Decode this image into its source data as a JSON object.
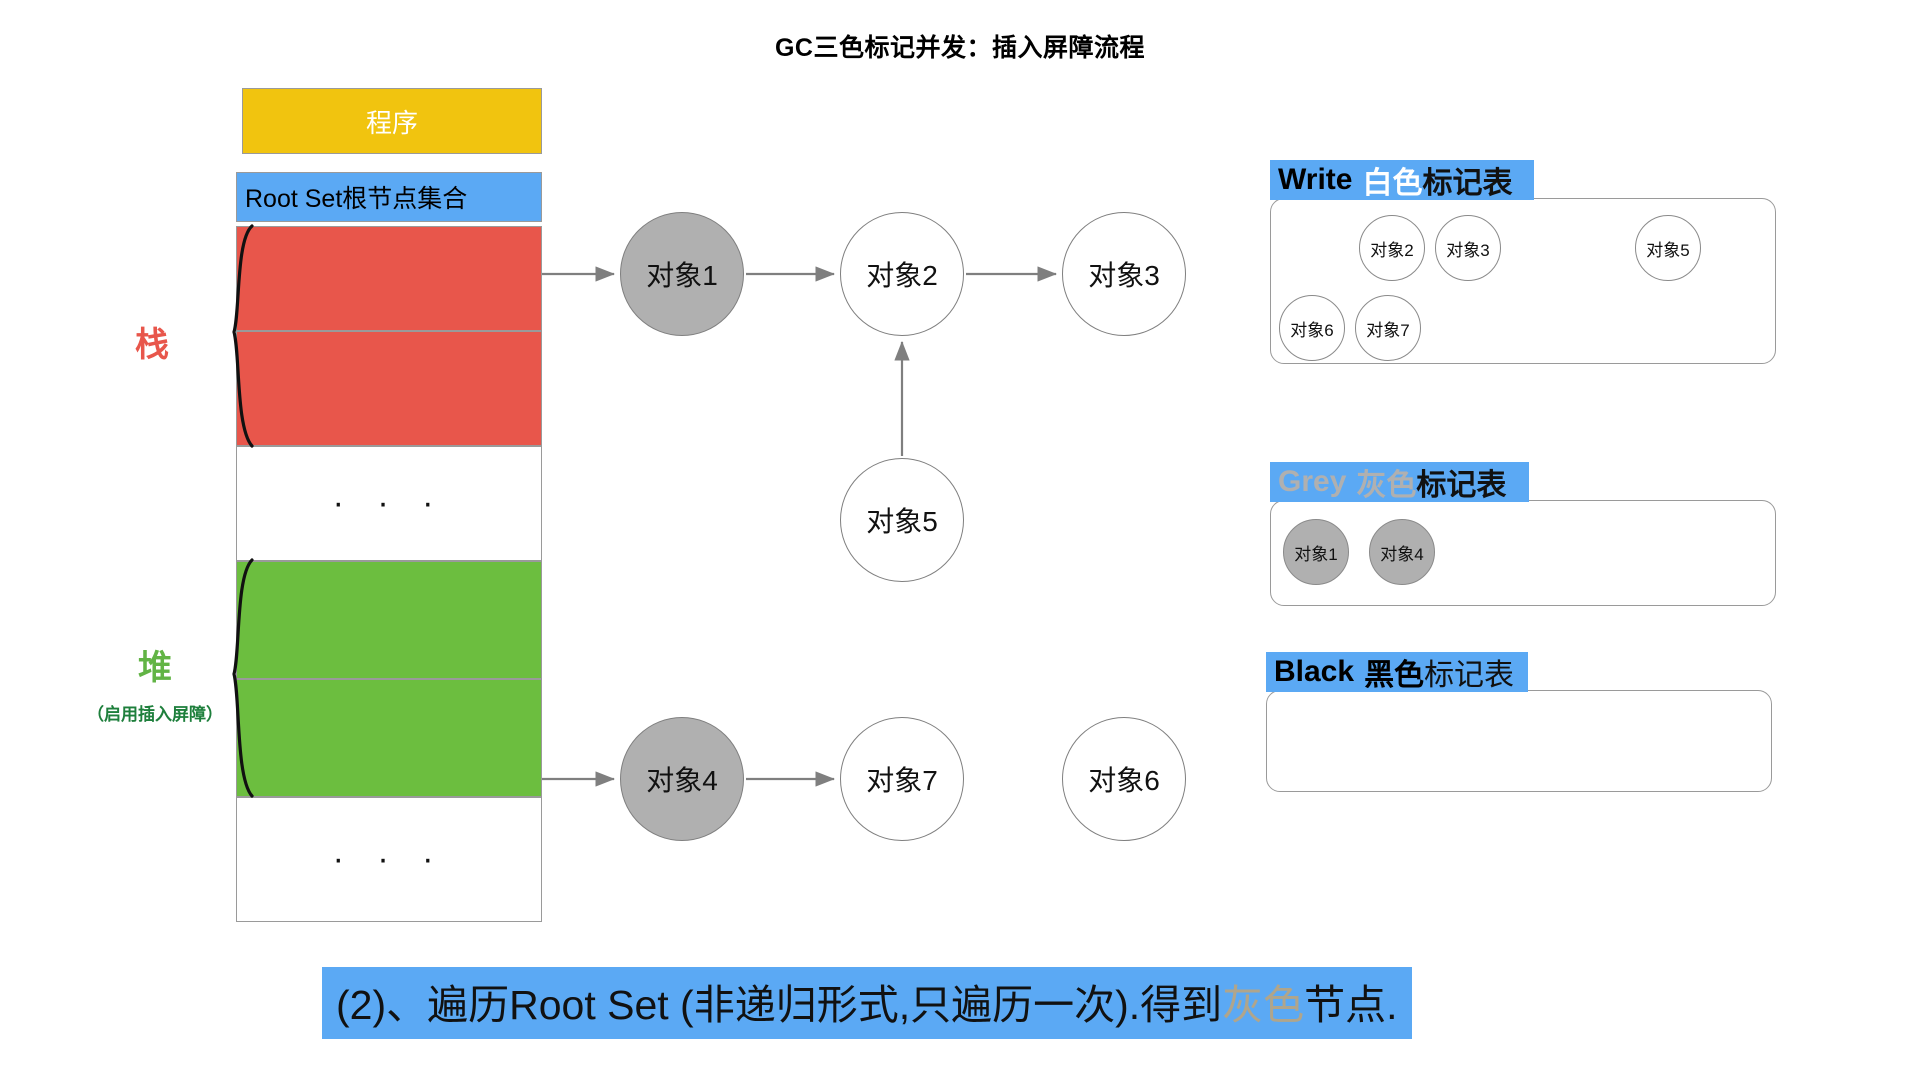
{
  "title": "GC三色标记并发：插入屏障流程",
  "memory": {
    "program_label": "程序",
    "rootset_label": "Root Set根节点集合",
    "cells": [
      {
        "name": "stack-slot-1",
        "text": "",
        "color": "#E8564B"
      },
      {
        "name": "stack-slot-2",
        "text": "",
        "color": "#E8564B"
      },
      {
        "name": "stack-ellipsis",
        "text": "· · ·",
        "color": "#FFFFFF"
      },
      {
        "name": "heap-slot-1",
        "text": "",
        "color": "#6CBE3F"
      },
      {
        "name": "heap-slot-2",
        "text": "",
        "color": "#6CBE3F"
      },
      {
        "name": "heap-ellipsis",
        "text": "· · ·",
        "color": "#FFFFFF"
      }
    ],
    "stack_label": "栈",
    "heap_label": "堆",
    "heap_sublabel": "（启用插入屏障）",
    "stack_color": "#E8564B",
    "heap_color": "#62B445",
    "program_color": "#F1C40F",
    "rootset_color": "#5BA9F4"
  },
  "graph": {
    "nodes": [
      {
        "id": "obj1",
        "label": "对象1",
        "fill": "grey"
      },
      {
        "id": "obj2",
        "label": "对象2",
        "fill": "white"
      },
      {
        "id": "obj3",
        "label": "对象3",
        "fill": "white"
      },
      {
        "id": "obj5",
        "label": "对象5",
        "fill": "white"
      },
      {
        "id": "obj4",
        "label": "对象4",
        "fill": "grey"
      },
      {
        "id": "obj7",
        "label": "对象7",
        "fill": "white"
      },
      {
        "id": "obj6",
        "label": "对象6",
        "fill": "white"
      }
    ],
    "edges": [
      {
        "from": "stack-slot-1",
        "to": "obj1"
      },
      {
        "from": "obj1",
        "to": "obj2"
      },
      {
        "from": "obj2",
        "to": "obj3"
      },
      {
        "from": "obj5",
        "to": "obj2"
      },
      {
        "from": "heap-slot-2",
        "to": "obj4"
      },
      {
        "from": "obj4",
        "to": "obj7"
      }
    ]
  },
  "tables": [
    {
      "id": "white",
      "head_en": "Write",
      "head_cn_colored": "白色",
      "head_cn_plain": "标记表",
      "head_colored_color": "#FFFFFF",
      "items": [
        {
          "label": "对象2",
          "fill": "white"
        },
        {
          "label": "对象3",
          "fill": "white"
        },
        {
          "label": "对象5",
          "fill": "white"
        },
        {
          "label": "对象6",
          "fill": "white"
        },
        {
          "label": "对象7",
          "fill": "white"
        }
      ]
    },
    {
      "id": "grey",
      "head_en": "Grey",
      "head_cn_colored": "灰色",
      "head_cn_plain": "标记表",
      "head_colored_color": "#B0B0B0",
      "items": [
        {
          "label": "对象1",
          "fill": "grey"
        },
        {
          "label": "对象4",
          "fill": "grey"
        }
      ]
    },
    {
      "id": "black",
      "head_en": "Black",
      "head_cn_colored": "黑色",
      "head_cn_plain": "标记表",
      "head_colored_color": "#000000",
      "items": []
    }
  ],
  "caption": {
    "part1": "(2)、遍历Root Set (非递归形式,只遍历一次).得到",
    "highlight": "灰色",
    "part2": "节点.",
    "background": "#5BA9F4",
    "highlight_color": "#B0A58B"
  }
}
